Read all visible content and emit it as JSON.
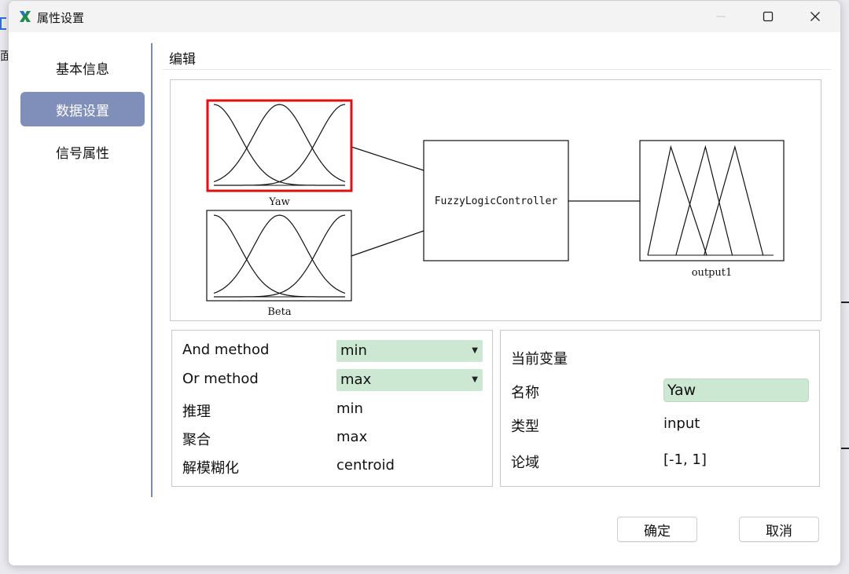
{
  "window": {
    "title": "属性设置"
  },
  "background": {
    "fragment_char": "面"
  },
  "sidebar": {
    "items": [
      {
        "label": "基本信息",
        "selected": false
      },
      {
        "label": "数据设置",
        "selected": true
      },
      {
        "label": "信号属性",
        "selected": false
      }
    ]
  },
  "main": {
    "section_title": "编辑",
    "diagram": {
      "inputs": [
        {
          "label": "Yaw",
          "selected": true
        },
        {
          "label": "Beta",
          "selected": false
        }
      ],
      "controller_label": "FuzzyLogicController",
      "output_label": "output1"
    },
    "properties": {
      "and_method": {
        "label": "And method",
        "value": "min"
      },
      "or_method": {
        "label": "Or method",
        "value": "max"
      },
      "implication": {
        "label": "推理",
        "value": "min"
      },
      "aggregation": {
        "label": "聚合",
        "value": "max"
      },
      "defuzzification": {
        "label": "解模糊化",
        "value": "centroid"
      }
    },
    "variable": {
      "heading": "当前变量",
      "name_label": "名称",
      "name_value": "Yaw",
      "type_label": "类型",
      "type_value": "input",
      "range_label": "论域",
      "range_value": "[-1, 1]"
    }
  },
  "footer": {
    "ok_label": "确定",
    "cancel_label": "取消"
  },
  "colors": {
    "accent_selected": "#7f8fba",
    "selection_outline": "#e01010",
    "field_fill": "#cde8d2"
  },
  "icons": {
    "logo": "app-logo-icon",
    "minimize": "minimize-icon",
    "maximize": "maximize-icon",
    "close": "close-icon",
    "dropdown": "dropdown-arrow-icon"
  }
}
